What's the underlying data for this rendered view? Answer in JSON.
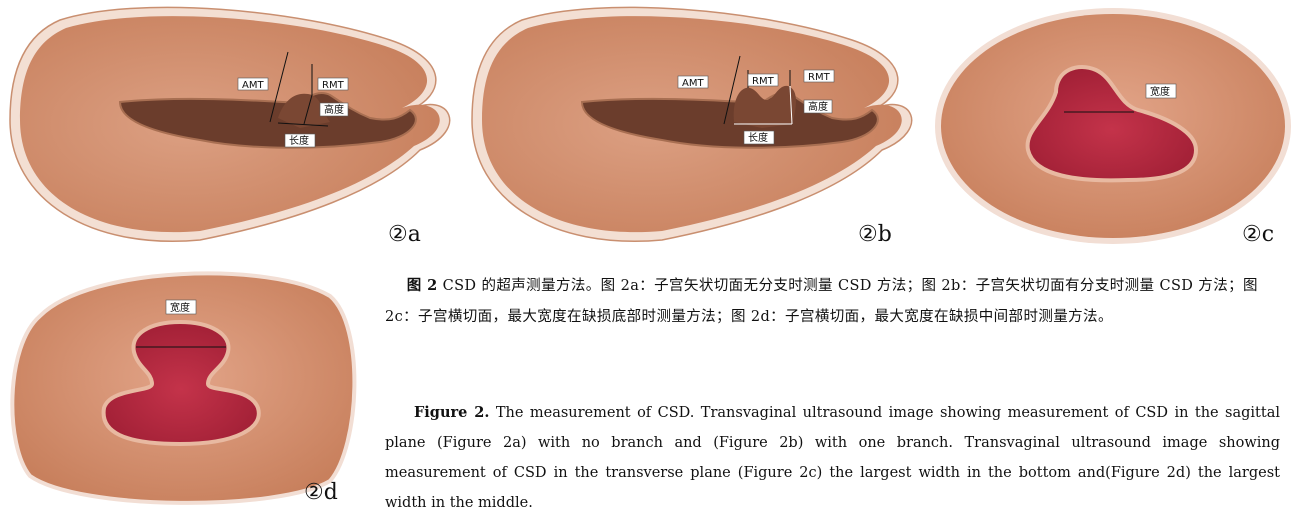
{
  "panels": {
    "a": {
      "label": "②a",
      "tags": {
        "amt": "AMT",
        "rmt": "RMT",
        "height": "高度",
        "length": "长度"
      }
    },
    "b": {
      "label": "②b",
      "tags": {
        "amt": "AMT",
        "rmt1": "RMT",
        "rmt2": "RMT",
        "height": "高度",
        "length": "长度"
      }
    },
    "c": {
      "label": "②c",
      "tags": {
        "width": "宽度"
      }
    },
    "d": {
      "label": "②d",
      "tags": {
        "width": "宽度"
      }
    }
  },
  "caption_cn": {
    "label": "图 2",
    "text": "CSD 的超声测量方法。图 2a：子宫矢状切面无分支时测量 CSD 方法；图 2b：子宫矢状切面有分支时测量 CSD 方法；图 2c：子宫横切面，最大宽度在缺损底部时测量方法；图 2d：子宫横切面，最大宽度在缺损中间部时测量方法。"
  },
  "caption_en": {
    "label": "Figure 2.",
    "text": "The measurement of CSD. Transvaginal ultrasound image showing measurement of CSD in the sagittal plane (Figure 2a) with no branch and (Figure 2b) with one branch. Transvaginal ultrasound image showing measurement of CSD in the transverse plane (Figure 2c) the largest width in the bottom and(Figure 2d) the largest width in the middle."
  },
  "colors": {
    "tissue": "#d99a78",
    "tissue_dark": "#c7825f",
    "cavity": "#6b3d2c",
    "red": "#b3283a",
    "border": "#f1ddd2"
  }
}
